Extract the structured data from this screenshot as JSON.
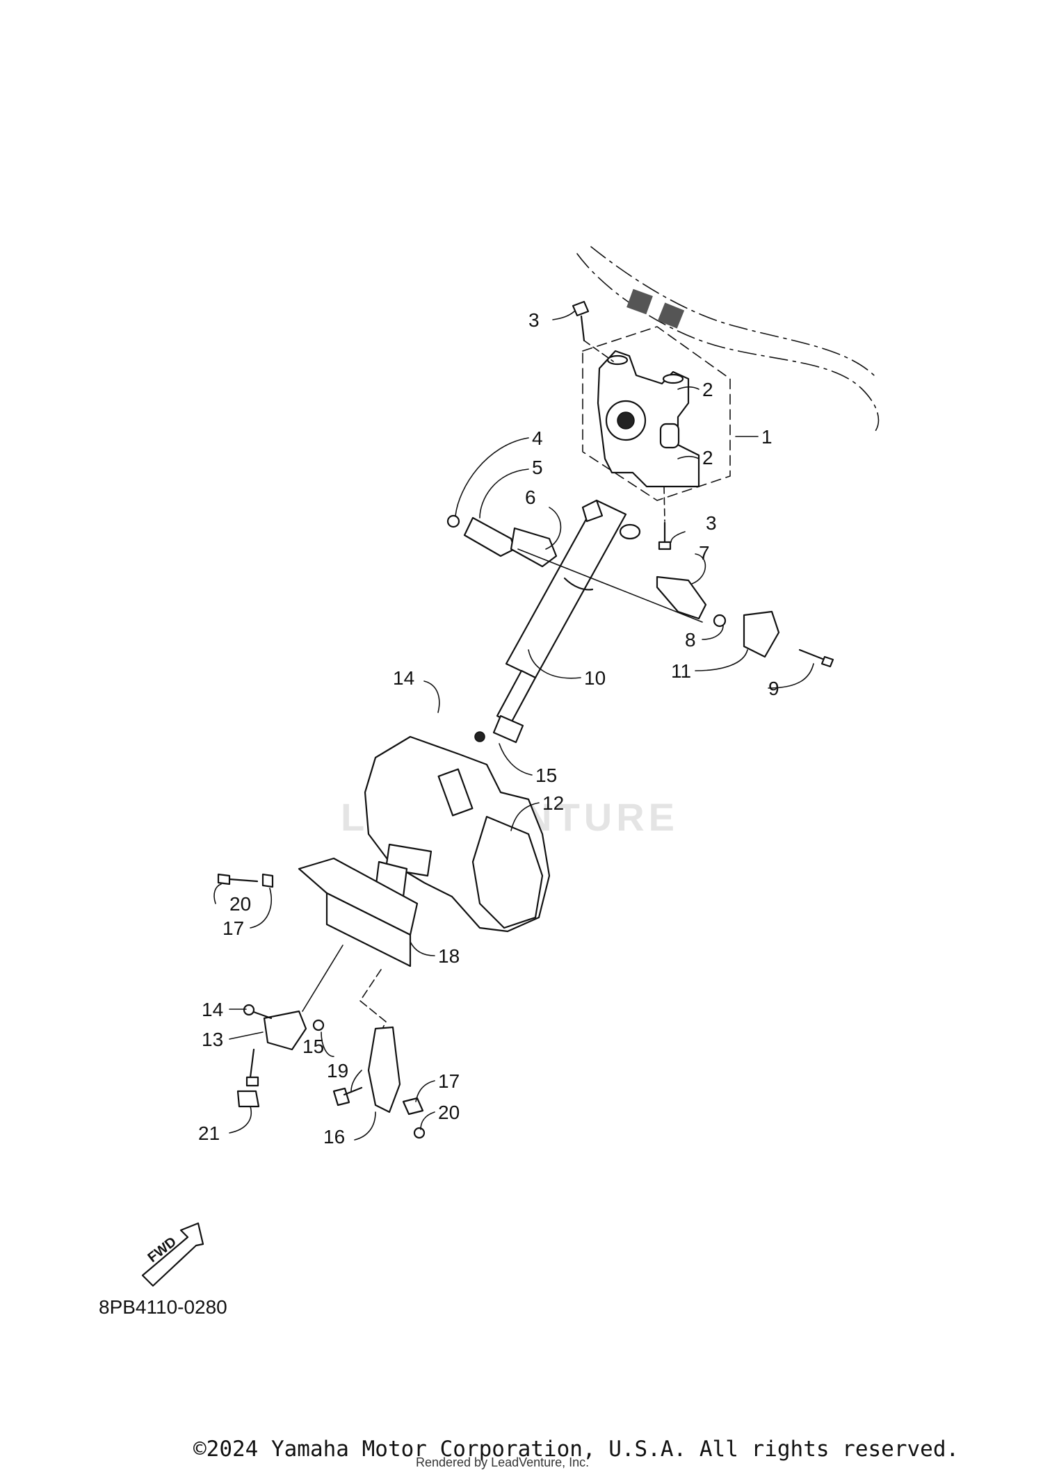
{
  "diagram": {
    "callouts": [
      {
        "id": "c3a",
        "text": "3"
      },
      {
        "id": "c2a",
        "text": "2"
      },
      {
        "id": "c1",
        "text": "1"
      },
      {
        "id": "c2b",
        "text": "2"
      },
      {
        "id": "c4",
        "text": "4"
      },
      {
        "id": "c5",
        "text": "5"
      },
      {
        "id": "c6",
        "text": "6"
      },
      {
        "id": "c3b",
        "text": "3"
      },
      {
        "id": "c7",
        "text": "7"
      },
      {
        "id": "c8",
        "text": "8"
      },
      {
        "id": "c11",
        "text": "11"
      },
      {
        "id": "c9",
        "text": "9"
      },
      {
        "id": "c14a",
        "text": "14"
      },
      {
        "id": "c10",
        "text": "10"
      },
      {
        "id": "c15a",
        "text": "15"
      },
      {
        "id": "c12",
        "text": "12"
      },
      {
        "id": "c20a",
        "text": "20"
      },
      {
        "id": "c17a",
        "text": "17"
      },
      {
        "id": "c18",
        "text": "18"
      },
      {
        "id": "c14b",
        "text": "14"
      },
      {
        "id": "c13",
        "text": "13"
      },
      {
        "id": "c15b",
        "text": "15"
      },
      {
        "id": "c19",
        "text": "19"
      },
      {
        "id": "c17b",
        "text": "17"
      },
      {
        "id": "c20b",
        "text": "20"
      },
      {
        "id": "c21",
        "text": "21"
      },
      {
        "id": "c16",
        "text": "16"
      }
    ],
    "fwd_label": "FWD",
    "diagram_code": "8PB4110-0280",
    "watermark": "LEADVENTURE"
  },
  "footer": {
    "copyright": "©2024 Yamaha Motor Corporation, U.S.A. All rights reserved.",
    "rendered_by": "Rendered by LeadVenture, Inc."
  }
}
